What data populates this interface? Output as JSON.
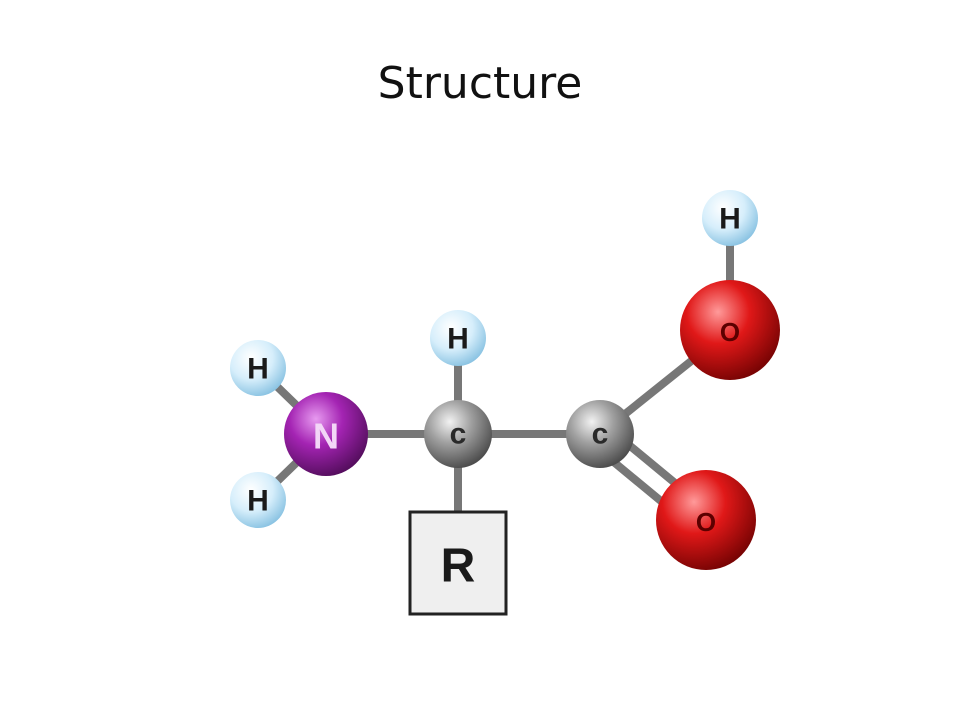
{
  "title": "Structure",
  "molecule": {
    "atoms": [
      {
        "id": "h_n_top",
        "element": "hydrogen",
        "label": "H"
      },
      {
        "id": "h_n_bottom",
        "element": "hydrogen",
        "label": "H"
      },
      {
        "id": "n",
        "element": "nitrogen",
        "label": "N"
      },
      {
        "id": "c_alpha",
        "element": "carbon",
        "label": "c"
      },
      {
        "id": "h_c_alpha",
        "element": "hydrogen",
        "label": "H"
      },
      {
        "id": "c_carboxyl",
        "element": "carbon",
        "label": "c"
      },
      {
        "id": "o_hydroxyl",
        "element": "oxygen",
        "label": "O"
      },
      {
        "id": "h_o",
        "element": "hydrogen",
        "label": "H"
      },
      {
        "id": "o_carbonyl",
        "element": "oxygen",
        "label": "O"
      }
    ],
    "side_chain": {
      "label": "R"
    },
    "bonds": [
      {
        "from": "h_n_top",
        "to": "n",
        "order": 1
      },
      {
        "from": "h_n_bottom",
        "to": "n",
        "order": 1
      },
      {
        "from": "n",
        "to": "c_alpha",
        "order": 1
      },
      {
        "from": "c_alpha",
        "to": "h_c_alpha",
        "order": 1
      },
      {
        "from": "c_alpha",
        "to": "side_chain",
        "order": 1
      },
      {
        "from": "c_alpha",
        "to": "c_carboxyl",
        "order": 1
      },
      {
        "from": "c_carboxyl",
        "to": "o_hydroxyl",
        "order": 1
      },
      {
        "from": "o_hydroxyl",
        "to": "h_o",
        "order": 1
      },
      {
        "from": "c_carboxyl",
        "to": "o_carbonyl",
        "order": 2
      }
    ]
  },
  "colors": {
    "hydrogen": "#cfe9f7",
    "nitrogen": "#9b1fa6",
    "carbon": "#8f8f8f",
    "oxygen": "#d31414",
    "bond": "#777777",
    "label": "#1a1a1a"
  }
}
